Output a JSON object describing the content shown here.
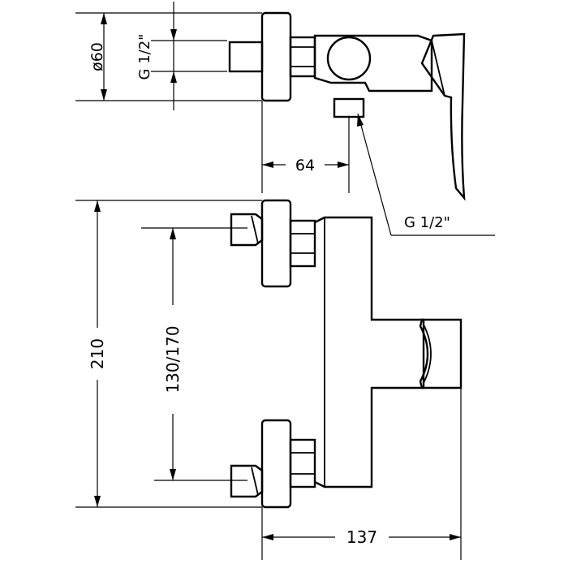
{
  "title": "",
  "dimensions": {
    "diameter": "ø60",
    "thread_top": "G  1/2\"",
    "outlet_offset": "64",
    "outlet_thread": "G  1/2\"",
    "height": "210",
    "centers": "130/170",
    "depth": "137"
  },
  "colors": {
    "line": "#000000",
    "background": "#ffffff"
  }
}
